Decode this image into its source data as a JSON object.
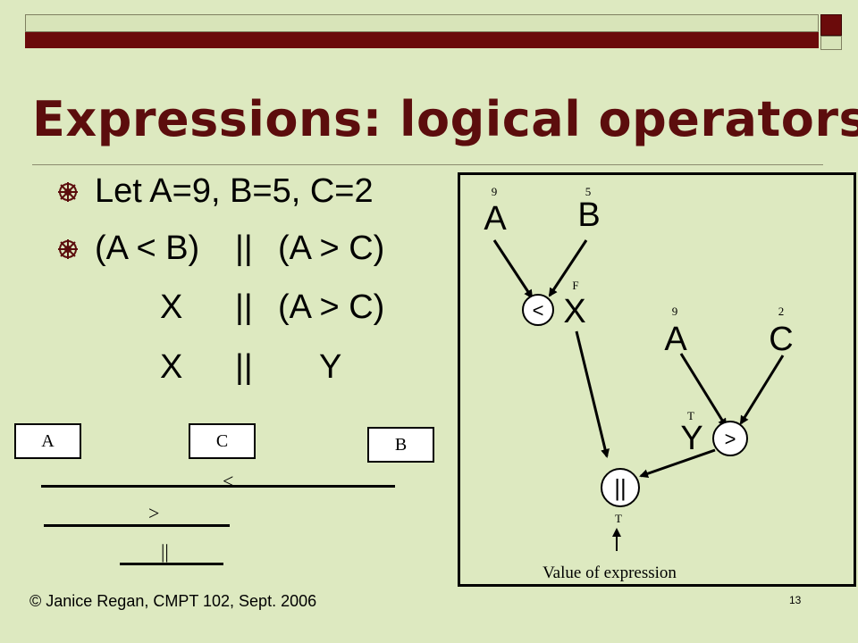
{
  "slide": {
    "title": "Expressions: logical operators",
    "lines": {
      "let": "Let A=9, B=5, C=2",
      "expr_a": "(A < B)",
      "expr_or": "||",
      "expr_b": "(A > C)",
      "step2_x": "X",
      "step2_or": "||",
      "step2_b": "(A > C)",
      "step3_x": "X",
      "step3_or": "||",
      "step3_y": "Y"
    },
    "footer": "© Janice Regan, CMPT 102, Sept. 2006",
    "page_number": "13"
  },
  "order_diagram": {
    "box_a": "A",
    "box_c": "C",
    "box_b": "B",
    "op_lt": "<",
    "op_gt": ">",
    "op_or": "||"
  },
  "tree": {
    "a1_label": "A",
    "a1_value": "9",
    "b_label": "B",
    "b_value": "5",
    "lt_op": "<",
    "x_label": "X",
    "x_value": "F",
    "a2_label": "A",
    "a2_value": "9",
    "c_label": "C",
    "c_value": "2",
    "y_label": "Y",
    "y_value": "T",
    "gt_op": ">",
    "or_op": "||",
    "or_value": "T",
    "caption": "Value of expression"
  },
  "colors": {
    "background": "#dde9c0",
    "title": "#5c0d0d",
    "bar": "#6b0b0b"
  }
}
